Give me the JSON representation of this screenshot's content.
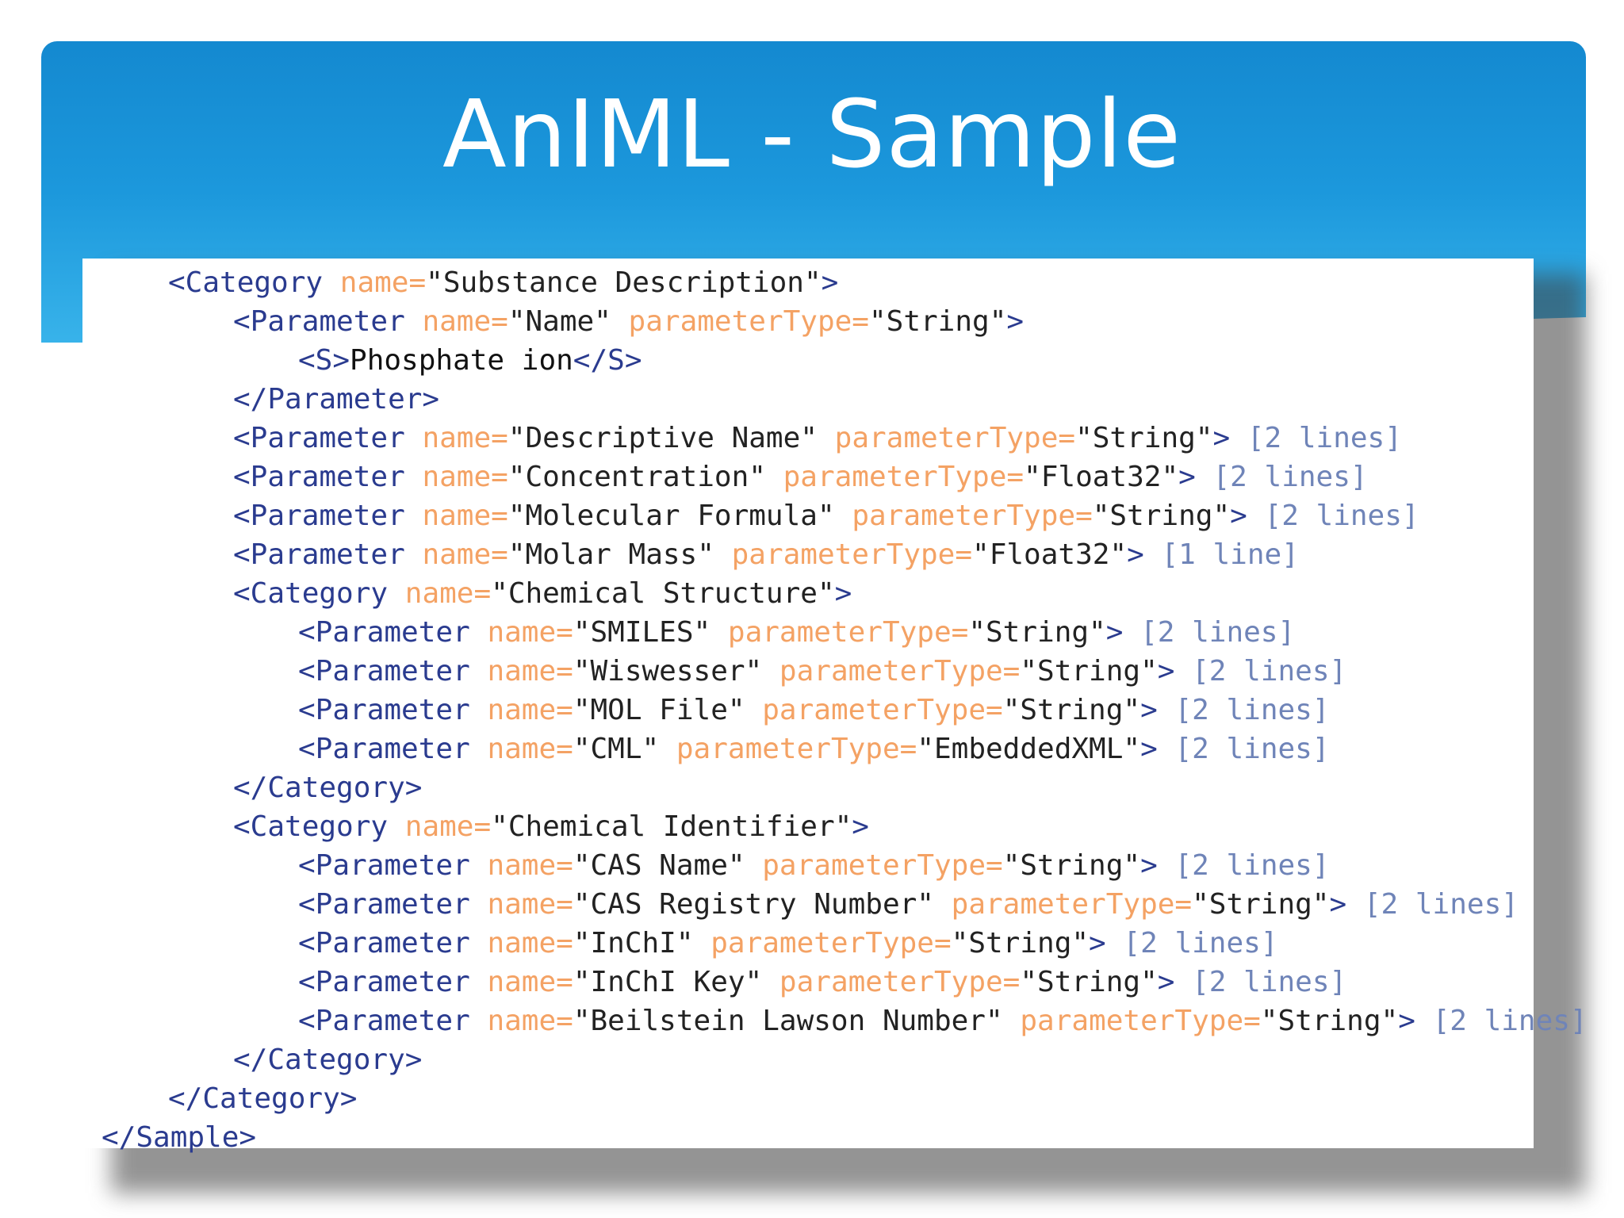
{
  "title": "AnIML - Sample",
  "code_lines": [
    {
      "indent": 1,
      "tokens": [
        {
          "t": "tag",
          "v": "<Category"
        },
        {
          "t": "sp",
          "v": " "
        },
        {
          "t": "attr",
          "v": "name="
        },
        {
          "t": "val",
          "v": "\"Substance Description\""
        },
        {
          "t": "tag",
          "v": ">"
        }
      ]
    },
    {
      "indent": 2,
      "tokens": [
        {
          "t": "tag",
          "v": "<Parameter"
        },
        {
          "t": "sp",
          "v": " "
        },
        {
          "t": "attr",
          "v": "name="
        },
        {
          "t": "val",
          "v": "\"Name\""
        },
        {
          "t": "sp",
          "v": " "
        },
        {
          "t": "attr",
          "v": "parameterType="
        },
        {
          "t": "val",
          "v": "\"String\""
        },
        {
          "t": "tag",
          "v": ">"
        }
      ]
    },
    {
      "indent": 3,
      "tokens": [
        {
          "t": "tag",
          "v": "<S>"
        },
        {
          "t": "text",
          "v": "Phosphate ion"
        },
        {
          "t": "tag",
          "v": "</S>"
        }
      ]
    },
    {
      "indent": 2,
      "tokens": [
        {
          "t": "tag",
          "v": "</Parameter>"
        }
      ]
    },
    {
      "indent": 2,
      "tokens": [
        {
          "t": "tag",
          "v": "<Parameter"
        },
        {
          "t": "sp",
          "v": " "
        },
        {
          "t": "attr",
          "v": "name="
        },
        {
          "t": "val",
          "v": "\"Descriptive Name\""
        },
        {
          "t": "sp",
          "v": " "
        },
        {
          "t": "attr",
          "v": "parameterType="
        },
        {
          "t": "val",
          "v": "\"String\""
        },
        {
          "t": "tag",
          "v": ">"
        },
        {
          "t": "sp",
          "v": " "
        },
        {
          "t": "fold",
          "v": "[2 lines]"
        }
      ]
    },
    {
      "indent": 2,
      "tokens": [
        {
          "t": "tag",
          "v": "<Parameter"
        },
        {
          "t": "sp",
          "v": " "
        },
        {
          "t": "attr",
          "v": "name="
        },
        {
          "t": "val",
          "v": "\"Concentration\""
        },
        {
          "t": "sp",
          "v": " "
        },
        {
          "t": "attr",
          "v": "parameterType="
        },
        {
          "t": "val",
          "v": "\"Float32\""
        },
        {
          "t": "tag",
          "v": ">"
        },
        {
          "t": "sp",
          "v": " "
        },
        {
          "t": "fold",
          "v": "[2 lines]"
        }
      ]
    },
    {
      "indent": 2,
      "tokens": [
        {
          "t": "tag",
          "v": "<Parameter"
        },
        {
          "t": "sp",
          "v": " "
        },
        {
          "t": "attr",
          "v": "name="
        },
        {
          "t": "val",
          "v": "\"Molecular Formula\""
        },
        {
          "t": "sp",
          "v": " "
        },
        {
          "t": "attr",
          "v": "parameterType="
        },
        {
          "t": "val",
          "v": "\"String\""
        },
        {
          "t": "tag",
          "v": ">"
        },
        {
          "t": "sp",
          "v": " "
        },
        {
          "t": "fold",
          "v": "[2 lines]"
        }
      ]
    },
    {
      "indent": 2,
      "tokens": [
        {
          "t": "tag",
          "v": "<Parameter"
        },
        {
          "t": "sp",
          "v": " "
        },
        {
          "t": "attr",
          "v": "name="
        },
        {
          "t": "val",
          "v": "\"Molar Mass\""
        },
        {
          "t": "sp",
          "v": " "
        },
        {
          "t": "attr",
          "v": "parameterType="
        },
        {
          "t": "val",
          "v": "\"Float32\""
        },
        {
          "t": "tag",
          "v": ">"
        },
        {
          "t": "sp",
          "v": " "
        },
        {
          "t": "fold",
          "v": "[1 line]"
        }
      ]
    },
    {
      "indent": 2,
      "tokens": [
        {
          "t": "tag",
          "v": "<Category"
        },
        {
          "t": "sp",
          "v": " "
        },
        {
          "t": "attr",
          "v": "name="
        },
        {
          "t": "val",
          "v": "\"Chemical Structure\""
        },
        {
          "t": "tag",
          "v": ">"
        }
      ]
    },
    {
      "indent": 3,
      "tokens": [
        {
          "t": "tag",
          "v": "<Parameter"
        },
        {
          "t": "sp",
          "v": " "
        },
        {
          "t": "attr",
          "v": "name="
        },
        {
          "t": "val",
          "v": "\"SMILES\""
        },
        {
          "t": "sp",
          "v": " "
        },
        {
          "t": "attr",
          "v": "parameterType="
        },
        {
          "t": "val",
          "v": "\"String\""
        },
        {
          "t": "tag",
          "v": ">"
        },
        {
          "t": "sp",
          "v": " "
        },
        {
          "t": "fold",
          "v": "[2 lines]"
        }
      ]
    },
    {
      "indent": 3,
      "tokens": [
        {
          "t": "tag",
          "v": "<Parameter"
        },
        {
          "t": "sp",
          "v": " "
        },
        {
          "t": "attr",
          "v": "name="
        },
        {
          "t": "val",
          "v": "\"Wiswesser\""
        },
        {
          "t": "sp",
          "v": " "
        },
        {
          "t": "attr",
          "v": "parameterType="
        },
        {
          "t": "val",
          "v": "\"String\""
        },
        {
          "t": "tag",
          "v": ">"
        },
        {
          "t": "sp",
          "v": " "
        },
        {
          "t": "fold",
          "v": "[2 lines]"
        }
      ]
    },
    {
      "indent": 3,
      "tokens": [
        {
          "t": "tag",
          "v": "<Parameter"
        },
        {
          "t": "sp",
          "v": " "
        },
        {
          "t": "attr",
          "v": "name="
        },
        {
          "t": "val",
          "v": "\"MOL File\""
        },
        {
          "t": "sp",
          "v": " "
        },
        {
          "t": "attr",
          "v": "parameterType="
        },
        {
          "t": "val",
          "v": "\"String\""
        },
        {
          "t": "tag",
          "v": ">"
        },
        {
          "t": "sp",
          "v": " "
        },
        {
          "t": "fold",
          "v": "[2 lines]"
        }
      ]
    },
    {
      "indent": 3,
      "tokens": [
        {
          "t": "tag",
          "v": "<Parameter"
        },
        {
          "t": "sp",
          "v": " "
        },
        {
          "t": "attr",
          "v": "name="
        },
        {
          "t": "val",
          "v": "\"CML\""
        },
        {
          "t": "sp",
          "v": " "
        },
        {
          "t": "attr",
          "v": "parameterType="
        },
        {
          "t": "val",
          "v": "\"EmbeddedXML\""
        },
        {
          "t": "tag",
          "v": ">"
        },
        {
          "t": "sp",
          "v": " "
        },
        {
          "t": "fold",
          "v": "[2 lines]"
        }
      ]
    },
    {
      "indent": 2,
      "tokens": [
        {
          "t": "tag",
          "v": "</Category>"
        }
      ]
    },
    {
      "indent": 2,
      "tokens": [
        {
          "t": "tag",
          "v": "<Category"
        },
        {
          "t": "sp",
          "v": " "
        },
        {
          "t": "attr",
          "v": "name="
        },
        {
          "t": "val",
          "v": "\"Chemical Identifier\""
        },
        {
          "t": "tag",
          "v": ">"
        }
      ]
    },
    {
      "indent": 3,
      "tokens": [
        {
          "t": "tag",
          "v": "<Parameter"
        },
        {
          "t": "sp",
          "v": " "
        },
        {
          "t": "attr",
          "v": "name="
        },
        {
          "t": "val",
          "v": "\"CAS Name\""
        },
        {
          "t": "sp",
          "v": " "
        },
        {
          "t": "attr",
          "v": "parameterType="
        },
        {
          "t": "val",
          "v": "\"String\""
        },
        {
          "t": "tag",
          "v": ">"
        },
        {
          "t": "sp",
          "v": " "
        },
        {
          "t": "fold",
          "v": "[2 lines]"
        }
      ]
    },
    {
      "indent": 3,
      "tokens": [
        {
          "t": "tag",
          "v": "<Parameter"
        },
        {
          "t": "sp",
          "v": " "
        },
        {
          "t": "attr",
          "v": "name="
        },
        {
          "t": "val",
          "v": "\"CAS Registry Number\""
        },
        {
          "t": "sp",
          "v": " "
        },
        {
          "t": "attr",
          "v": "parameterType="
        },
        {
          "t": "val",
          "v": "\"String\""
        },
        {
          "t": "tag",
          "v": ">"
        },
        {
          "t": "sp",
          "v": " "
        },
        {
          "t": "fold",
          "v": "[2 lines]"
        }
      ]
    },
    {
      "indent": 3,
      "tokens": [
        {
          "t": "tag",
          "v": "<Parameter"
        },
        {
          "t": "sp",
          "v": " "
        },
        {
          "t": "attr",
          "v": "name="
        },
        {
          "t": "val",
          "v": "\"InChI\""
        },
        {
          "t": "sp",
          "v": " "
        },
        {
          "t": "attr",
          "v": "parameterType="
        },
        {
          "t": "val",
          "v": "\"String\""
        },
        {
          "t": "tag",
          "v": ">"
        },
        {
          "t": "sp",
          "v": " "
        },
        {
          "t": "fold",
          "v": "[2 lines]"
        }
      ]
    },
    {
      "indent": 3,
      "tokens": [
        {
          "t": "tag",
          "v": "<Parameter"
        },
        {
          "t": "sp",
          "v": " "
        },
        {
          "t": "attr",
          "v": "name="
        },
        {
          "t": "val",
          "v": "\"InChI Key\""
        },
        {
          "t": "sp",
          "v": " "
        },
        {
          "t": "attr",
          "v": "parameterType="
        },
        {
          "t": "val",
          "v": "\"String\""
        },
        {
          "t": "tag",
          "v": ">"
        },
        {
          "t": "sp",
          "v": " "
        },
        {
          "t": "fold",
          "v": "[2 lines]"
        }
      ]
    },
    {
      "indent": 3,
      "tokens": [
        {
          "t": "tag",
          "v": "<Parameter"
        },
        {
          "t": "sp",
          "v": " "
        },
        {
          "t": "attr",
          "v": "name="
        },
        {
          "t": "val",
          "v": "\"Beilstein Lawson Number\""
        },
        {
          "t": "sp",
          "v": " "
        },
        {
          "t": "attr",
          "v": "parameterType="
        },
        {
          "t": "val",
          "v": "\"String\""
        },
        {
          "t": "tag",
          "v": ">"
        },
        {
          "t": "sp",
          "v": " "
        },
        {
          "t": "fold",
          "v": "[2 lines]"
        }
      ]
    },
    {
      "indent": 2,
      "tokens": [
        {
          "t": "tag",
          "v": "</Category>"
        }
      ]
    },
    {
      "indent": 1,
      "tokens": [
        {
          "t": "tag",
          "v": "</Category>"
        }
      ]
    },
    {
      "indent": 0,
      "tokens": [
        {
          "t": "tag",
          "v": "</Sample>"
        }
      ]
    }
  ],
  "colors": {
    "header_blue": "#1c98dc",
    "tag": "#2a3b8f",
    "attribute": "#f4a264",
    "value": "#222222",
    "fold_marker": "#6f84b8"
  }
}
